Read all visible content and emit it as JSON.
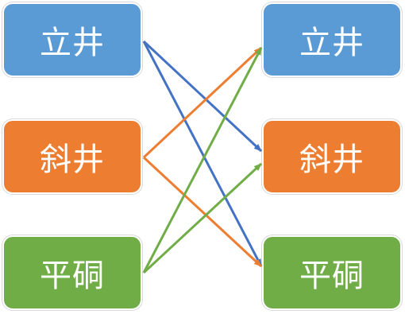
{
  "colors": {
    "blue": "#5B9BD5",
    "orange": "#ED7D31",
    "green": "#70AD47"
  },
  "left_nodes": [
    {
      "label": "立井",
      "color": "#5B9BD5"
    },
    {
      "label": "斜井",
      "color": "#ED7D31"
    },
    {
      "label": "平硐",
      "color": "#70AD47"
    }
  ],
  "right_nodes": [
    {
      "label": "立井",
      "color": "#5B9BD5"
    },
    {
      "label": "斜井",
      "color": "#ED7D31"
    },
    {
      "label": "平硐",
      "color": "#70AD47"
    }
  ],
  "connections": [
    {
      "from": 0,
      "to": 1,
      "color": "#4472C4"
    },
    {
      "from": 0,
      "to": 2,
      "color": "#4472C4"
    },
    {
      "from": 1,
      "to": 0,
      "color": "#ED7D31"
    },
    {
      "from": 1,
      "to": 2,
      "color": "#ED7D31"
    },
    {
      "from": 2,
      "to": 0,
      "color": "#70AD47"
    },
    {
      "from": 2,
      "to": 1,
      "color": "#70AD47"
    }
  ]
}
